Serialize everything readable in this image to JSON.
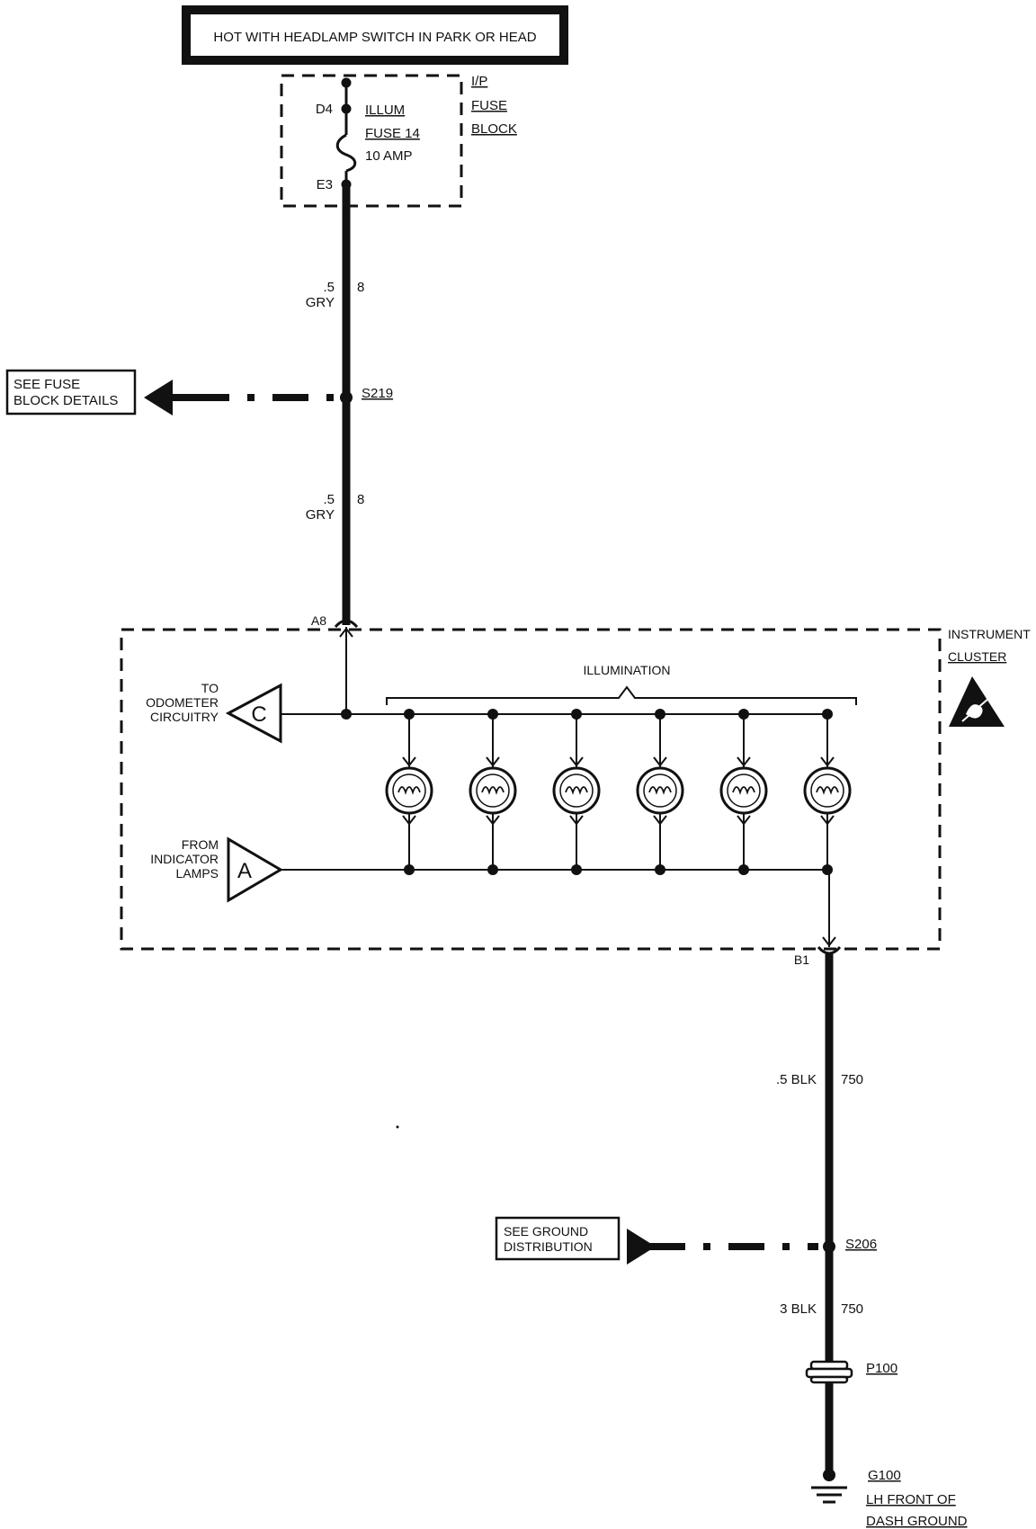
{
  "header": {
    "text": "HOT WITH HEADLAMP SWITCH IN PARK OR HEAD"
  },
  "fuse_block": {
    "label_lines": [
      "I/P",
      "FUSE",
      "BLOCK"
    ],
    "top_pin": "D4",
    "bottom_pin": "E3",
    "fuse_lines": [
      "ILLUM",
      "FUSE 14",
      "10 AMP"
    ]
  },
  "wire_top_1": {
    "size_color_1": ".5",
    "size_color_2": "GRY",
    "circuit": "8"
  },
  "splice_s219": {
    "id": "S219"
  },
  "ref_fuse_details": {
    "lines": [
      "SEE FUSE",
      "BLOCK DETAILS"
    ]
  },
  "wire_top_2": {
    "size_color_1": ".5",
    "size_color_2": "GRY",
    "circuit": "8"
  },
  "cluster": {
    "label_lines": [
      "INSTRUMENT",
      "CLUSTER"
    ],
    "connector_in": "A8",
    "connector_out": "B1",
    "bus_label": "ILLUMINATION",
    "odometer": {
      "letter": "C",
      "lines": [
        "TO",
        "ODOMETER",
        "CIRCUITRY"
      ]
    },
    "indicator": {
      "letter": "A",
      "lines": [
        "FROM",
        "INDICATOR",
        "LAMPS"
      ]
    },
    "lamp_count": 6
  },
  "wire_bottom_1": {
    "size_color": ".5 BLK",
    "circuit": "750"
  },
  "splice_s206": {
    "id": "S206"
  },
  "ref_ground_dist": {
    "lines": [
      "SEE GROUND",
      "DISTRIBUTION"
    ]
  },
  "wire_bottom_2": {
    "size_color": "3 BLK",
    "circuit": "750"
  },
  "connector_p100": {
    "id": "P100"
  },
  "ground_g100": {
    "id": "G100",
    "lines": [
      "LH FRONT OF",
      "DASH GROUND"
    ]
  }
}
